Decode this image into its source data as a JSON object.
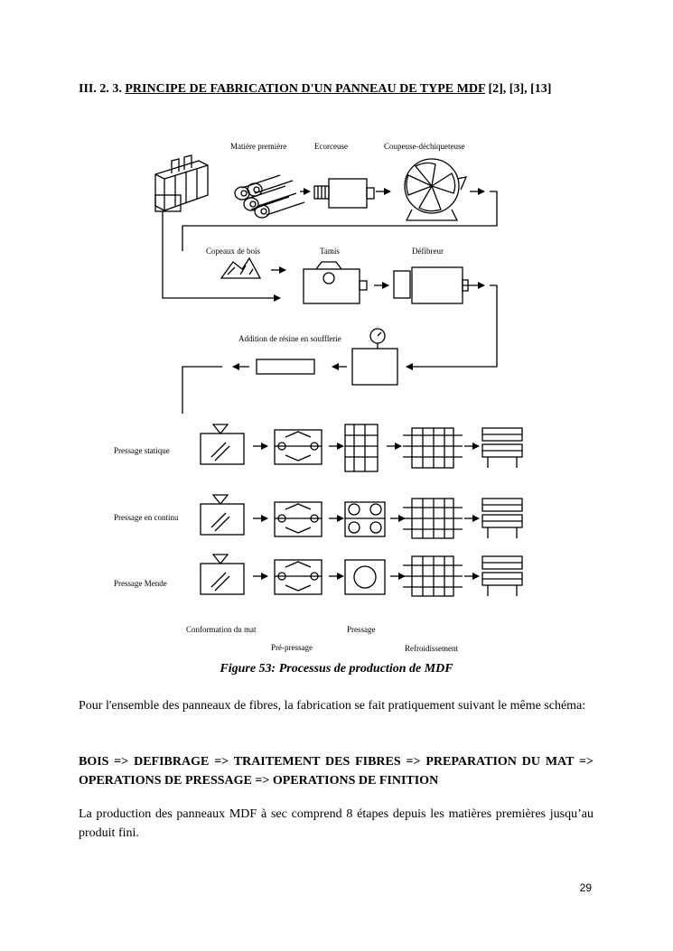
{
  "heading": {
    "number": "III. 2. 3.",
    "title": "PRINCIPE DE FABRICATION D'UN PANNEAU DE TYPE MDF",
    "refs": "[2], [3], [13]"
  },
  "figure": {
    "labels": {
      "matiere_premiere": "Matière première",
      "ecorceuse": "Ecorceuse",
      "coupeuse": "Coupeuse-déchiqueteuse",
      "copeaux": "Copeaux de bois",
      "tamis": "Tamis",
      "defibreur": "Défibreur",
      "resine": "Addition de résine en soufflerie",
      "pressage_statique": "Pressage statique",
      "pressage_continu": "Pressage en continu",
      "pressage_mende": "Pressage Mende",
      "conformation": "Conformation du mat",
      "pre_pressage": "Pré-pressage",
      "pressage": "Pressage",
      "refroidissement": "Refroidissement"
    },
    "caption": "Figure 53: Processus de production de MDF"
  },
  "paragraphs": {
    "p1": "Pour l'ensemble des panneaux de fibres, la fabrication se fait pratiquement suivant le même schéma:",
    "p2": "BOIS => DEFIBRAGE => TRAITEMENT DES FIBRES => PREPARATION DU MAT => OPERATIONS DE PRESSAGE => OPERATIONS DE FINITION",
    "p3": "La production des panneaux MDF à sec comprend 8 étapes depuis les matières premières jusqu’au produit fini."
  },
  "page_number": "29"
}
